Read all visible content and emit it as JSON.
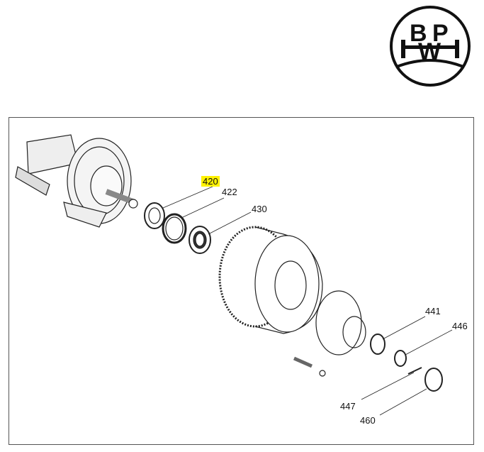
{
  "logo": {
    "text": "BPW"
  },
  "diagram": {
    "labels": [
      {
        "id": "420",
        "text": "420",
        "highlighted": true
      },
      {
        "id": "422",
        "text": "422",
        "highlighted": false
      },
      {
        "id": "430",
        "text": "430",
        "highlighted": false
      },
      {
        "id": "441",
        "text": "441",
        "highlighted": false
      },
      {
        "id": "446",
        "text": "446",
        "highlighted": false
      },
      {
        "id": "447",
        "text": "447",
        "highlighted": false
      },
      {
        "id": "460",
        "text": "460",
        "highlighted": false
      }
    ],
    "highlight_color": "#fff200"
  }
}
